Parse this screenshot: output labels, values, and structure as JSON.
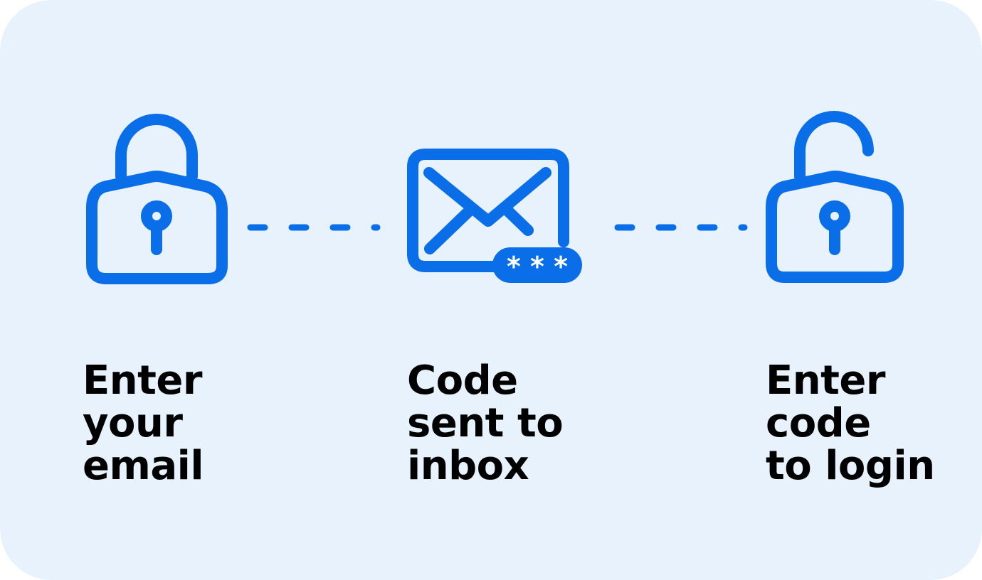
{
  "colors": {
    "background": "#E7F2FD",
    "accent": "#0A6EE8",
    "text": "#000000",
    "code_text": "#FFFFFF"
  },
  "steps": [
    {
      "icon": "locked-padlock-icon",
      "lines": [
        "Enter",
        "your",
        "email"
      ]
    },
    {
      "icon": "envelope-with-code-icon",
      "code": "* * *",
      "lines": [
        "Code",
        "sent to",
        "inbox"
      ]
    },
    {
      "icon": "unlocked-padlock-icon",
      "lines": [
        "Enter",
        "code",
        "to login"
      ]
    }
  ]
}
